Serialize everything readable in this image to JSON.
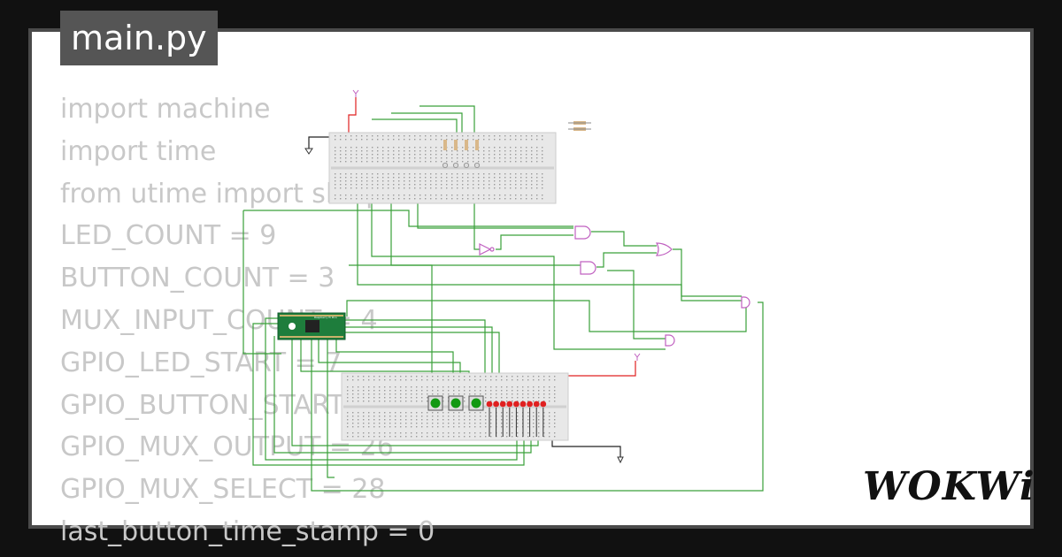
{
  "tab": {
    "filename": "main.py"
  },
  "code_lines": [
    "import machine",
    "import time",
    "from utime import sleep",
    "LED_COUNT = 9",
    "BUTTON_COUNT = 3",
    "MUX_INPUT_COUNT = 4",
    "GPIO_LED_START = 7",
    "GPIO_BUTTON_START = 1",
    "GPIO_MUX_OUTPUT = 26",
    "GPIO_MUX_SELECT = 28",
    "last_button_time_stamp = 0"
  ],
  "diagram": {
    "board_label": "Raspberry Pi Pico",
    "led_count": 9,
    "button_count": 3,
    "colors": {
      "wire_green": "#3aa03a",
      "wire_red": "#e02020",
      "wire_black": "#222222",
      "gate_pink": "#c060c0",
      "board_green": "#1e7d3c",
      "led_red": "#e02020",
      "button_green": "#119911"
    }
  },
  "brand": {
    "logo": "WOKWi"
  }
}
